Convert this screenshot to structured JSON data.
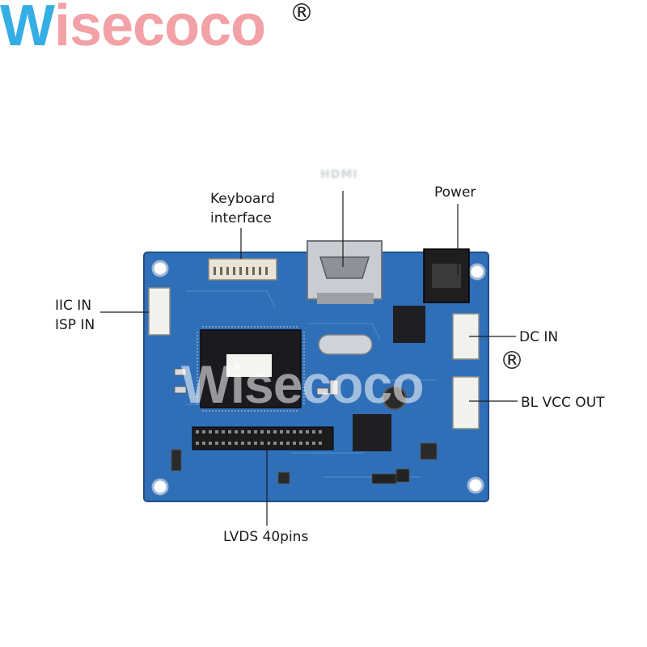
{
  "brand": {
    "first_letter": "W",
    "rest": "isecoco",
    "registered": "®"
  },
  "labels": {
    "hdmi": "HDMI",
    "keyboard_line1": "Keyboard",
    "keyboard_line2": "interface",
    "power": "Power",
    "iic_line1": "IIC IN",
    "iic_line2": "ISP IN",
    "dc_in": "DC IN",
    "bl_vcc_out": "BL VCC OUT",
    "lvds": "LVDS 40pins"
  },
  "watermark": {
    "text": "Wisecoco",
    "registered": "®"
  },
  "colors": {
    "brand_blue": "#34aee4",
    "brand_pink": "#f2a1a6",
    "pcb_blue": "#2f6fb8"
  }
}
